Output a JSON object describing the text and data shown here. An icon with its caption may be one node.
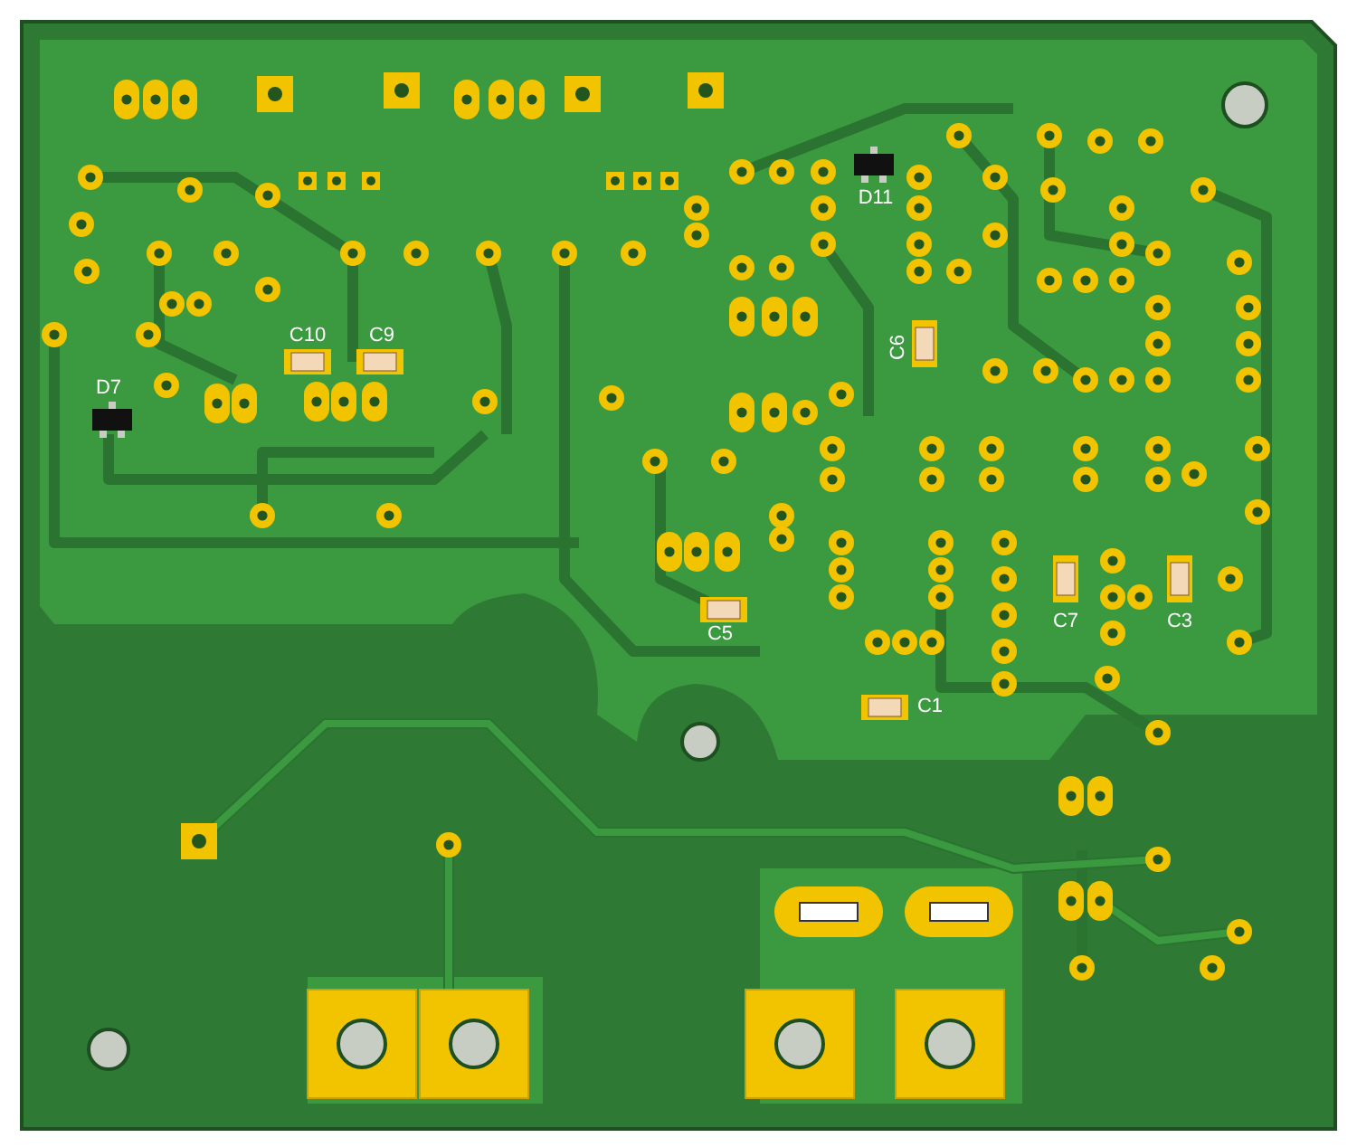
{
  "diagram": {
    "labels": [
      "D11",
      "C6",
      "C10",
      "C9",
      "D7",
      "C5",
      "C7",
      "C3",
      "C1"
    ]
  }
}
